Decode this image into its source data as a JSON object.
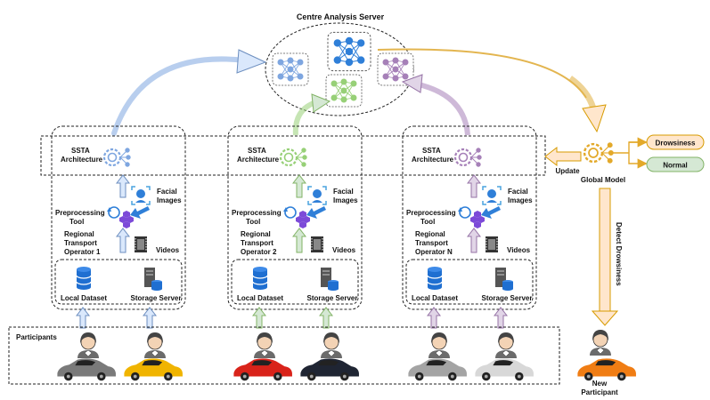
{
  "server": {
    "title": "Centre Analysis Server"
  },
  "operators": [
    {
      "arch_l1": "SSTA",
      "arch_l2": "Architecture",
      "preproc_l1": "Preprocessing",
      "preproc_l2": "Tool",
      "facial_l1": "Facial",
      "facial_l2": "Images",
      "videos": "Videos",
      "rto_l1": "Regional",
      "rto_l2": "Transport",
      "rto_l3": "Operator 1",
      "local_dataset": "Local Dataset",
      "storage_server": "Storage Server"
    },
    {
      "arch_l1": "SSTA",
      "arch_l2": "Architecture",
      "preproc_l1": "Preprocessing",
      "preproc_l2": "Tool",
      "facial_l1": "Facial",
      "facial_l2": "Images",
      "videos": "Videos",
      "rto_l1": "Regional",
      "rto_l2": "Transport",
      "rto_l3": "Operator 2",
      "local_dataset": "Local Dataset",
      "storage_server": "Storage Server"
    },
    {
      "arch_l1": "SSTA",
      "arch_l2": "Architecture",
      "preproc_l1": "Preprocessing",
      "preproc_l2": "Tool",
      "facial_l1": "Facial",
      "facial_l2": "Images",
      "videos": "Videos",
      "rto_l1": "Regional",
      "rto_l2": "Transport",
      "rto_l3": "Operator N",
      "local_dataset": "Local Dataset",
      "storage_server": "Storage Server"
    }
  ],
  "global_model": {
    "label": "Global Model",
    "update_label": "Update",
    "outputs": [
      "Drowsiness",
      "Normal"
    ]
  },
  "detect_label": "Detect Drowsiness",
  "participants_label": "Participants",
  "new_participant": {
    "l1": "New",
    "l2": "Participant"
  },
  "colors": {
    "op1": "#7ea6e0",
    "op2": "#97d077",
    "op3": "#a680b8",
    "server": "#e3b54f",
    "drowsy_fill": "#ffe6cc",
    "drowsy_stroke": "#d79b00",
    "normal_fill": "#d5e8d4",
    "normal_stroke": "#82b366"
  }
}
